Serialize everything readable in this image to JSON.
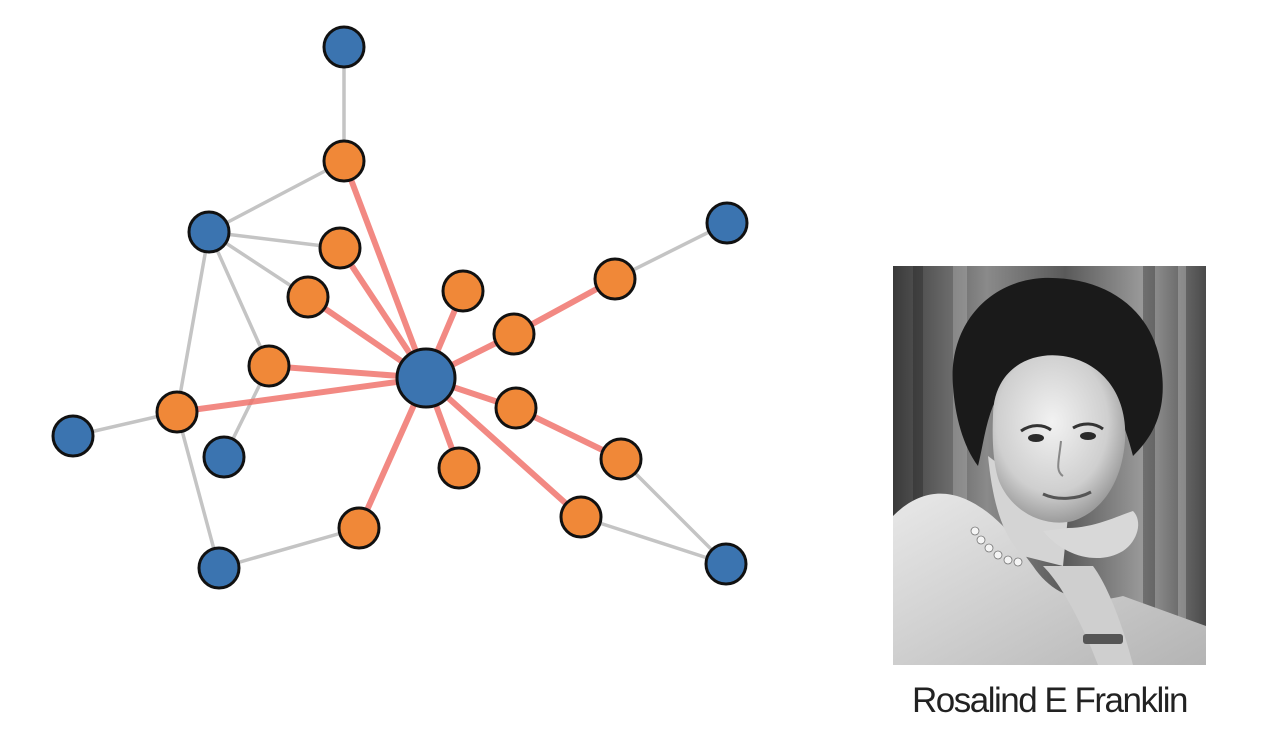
{
  "graph": {
    "colors": {
      "blue_node": "#3b74b0",
      "orange_node": "#f08838",
      "node_stroke": "#111111",
      "plain_edge": "#c4c4c4",
      "hub_edge": "#f07068"
    },
    "nodes": [
      {
        "id": "hub",
        "group": "blue",
        "role": "hub"
      },
      {
        "id": "b-top",
        "group": "blue"
      },
      {
        "id": "b-upper-left",
        "group": "blue"
      },
      {
        "id": "b-far-left",
        "group": "blue"
      },
      {
        "id": "b-inner-left",
        "group": "blue"
      },
      {
        "id": "b-bottom-left",
        "group": "blue"
      },
      {
        "id": "b-upper-right",
        "group": "blue"
      },
      {
        "id": "b-bottom-right",
        "group": "blue"
      },
      {
        "id": "o-top",
        "group": "orange"
      },
      {
        "id": "o-1",
        "group": "orange"
      },
      {
        "id": "o-2",
        "group": "orange"
      },
      {
        "id": "o-3",
        "group": "orange"
      },
      {
        "id": "o-4",
        "group": "orange"
      },
      {
        "id": "o-5",
        "group": "orange"
      },
      {
        "id": "o-6",
        "group": "orange"
      },
      {
        "id": "o-7",
        "group": "orange"
      },
      {
        "id": "o-8",
        "group": "orange"
      },
      {
        "id": "o-9",
        "group": "orange"
      },
      {
        "id": "o-10",
        "group": "orange"
      },
      {
        "id": "o-11",
        "group": "orange"
      },
      {
        "id": "o-12",
        "group": "orange"
      },
      {
        "id": "o-13",
        "group": "orange"
      }
    ],
    "edges": [
      {
        "source": "b-top",
        "target": "o-top",
        "type": "plain"
      },
      {
        "source": "o-top",
        "target": "b-upper-left",
        "type": "plain"
      },
      {
        "source": "b-upper-left",
        "target": "o-1",
        "type": "plain"
      },
      {
        "source": "b-upper-left",
        "target": "o-2",
        "type": "plain"
      },
      {
        "source": "b-upper-left",
        "target": "o-3",
        "type": "plain"
      },
      {
        "source": "b-upper-left",
        "target": "o-4",
        "type": "plain"
      },
      {
        "source": "o-4",
        "target": "b-far-left",
        "type": "plain"
      },
      {
        "source": "o-4",
        "target": "b-bottom-left",
        "type": "plain"
      },
      {
        "source": "o-3",
        "target": "b-inner-left",
        "type": "plain"
      },
      {
        "source": "b-bottom-left",
        "target": "o-5",
        "type": "plain"
      },
      {
        "source": "b-upper-right",
        "target": "o-6",
        "type": "plain"
      },
      {
        "source": "o-7",
        "target": "b-bottom-right",
        "type": "plain"
      },
      {
        "source": "o-8",
        "target": "b-bottom-right",
        "type": "plain"
      },
      {
        "source": "hub",
        "target": "o-top",
        "type": "hub"
      },
      {
        "source": "hub",
        "target": "o-1",
        "type": "hub"
      },
      {
        "source": "hub",
        "target": "o-2",
        "type": "hub"
      },
      {
        "source": "hub",
        "target": "o-3",
        "type": "hub"
      },
      {
        "source": "hub",
        "target": "o-4",
        "type": "hub"
      },
      {
        "source": "hub",
        "target": "o-5",
        "type": "hub"
      },
      {
        "source": "hub",
        "target": "o-9",
        "type": "hub"
      },
      {
        "source": "hub",
        "target": "o-10",
        "type": "hub"
      },
      {
        "source": "o-10",
        "target": "o-6",
        "type": "hub"
      },
      {
        "source": "hub",
        "target": "o-11",
        "type": "hub"
      },
      {
        "source": "o-11",
        "target": "o-7",
        "type": "hub"
      },
      {
        "source": "hub",
        "target": "o-12",
        "type": "hub"
      },
      {
        "source": "hub",
        "target": "o-8",
        "type": "hub"
      },
      {
        "source": "hub",
        "target": "o-13",
        "type": "hub"
      }
    ]
  },
  "portrait": {
    "caption": "Rosalind E Franklin",
    "style": "black-and-white photograph"
  }
}
